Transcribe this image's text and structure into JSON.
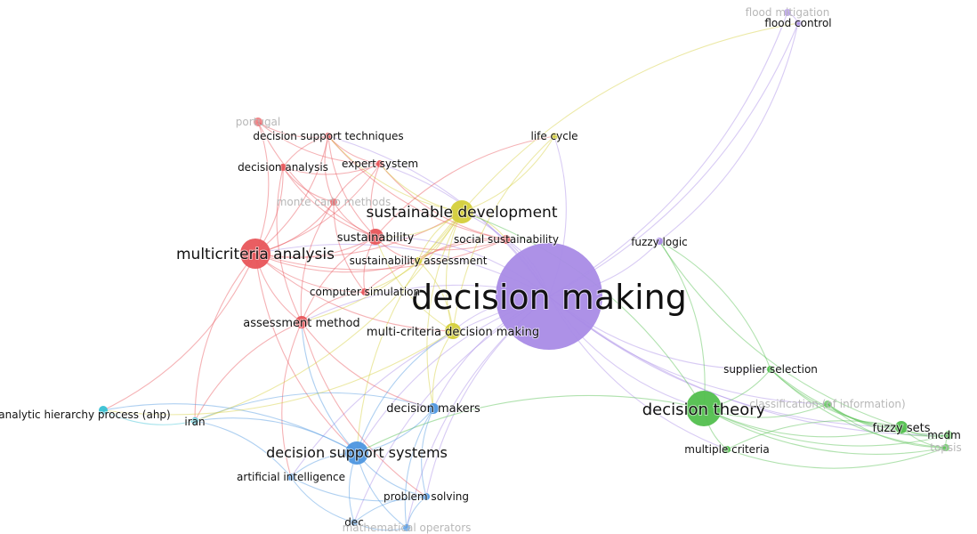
{
  "title": "",
  "clusters": {
    "red": "#e8555a",
    "yellow": "#d4cf3a",
    "purple": "#a98be6",
    "green": "#52bf4e",
    "blue": "#4d96df",
    "cyan": "#38c1d4"
  },
  "nodes": [
    {
      "id": "decision-making",
      "label": "decision making",
      "cluster": "purple",
      "weight": 100
    },
    {
      "id": "flood-mitigation",
      "label": "flood mitigation",
      "cluster": "purple",
      "weight": 3,
      "faded": true
    },
    {
      "id": "flood-control",
      "label": "flood control",
      "cluster": "purple",
      "weight": 3
    },
    {
      "id": "fuzzy-logic",
      "label": "fuzzy logic",
      "cluster": "purple",
      "weight": 3
    },
    {
      "id": "multicriteria-analysis",
      "label": "multicriteria analysis",
      "cluster": "red",
      "weight": 30
    },
    {
      "id": "portugal",
      "label": "portugal",
      "cluster": "red",
      "weight": 3,
      "faded": true
    },
    {
      "id": "decision-support-techniques",
      "label": "decision support techniques",
      "cluster": "red",
      "weight": 4
    },
    {
      "id": "decision-analysis",
      "label": "decision analysis",
      "cluster": "red",
      "weight": 4
    },
    {
      "id": "expert-system",
      "label": "expert system",
      "cluster": "red",
      "weight": 4
    },
    {
      "id": "monte-carlo-methods",
      "label": "monte carlo methods",
      "cluster": "red",
      "weight": 3,
      "faded": true
    },
    {
      "id": "sustainability",
      "label": "sustainability",
      "cluster": "red",
      "weight": 8
    },
    {
      "id": "social-sustainability",
      "label": "social sustainability",
      "cluster": "red",
      "weight": 4
    },
    {
      "id": "computer-simulation",
      "label": "computer simulation",
      "cluster": "red",
      "weight": 3
    },
    {
      "id": "assessment-method",
      "label": "assessment method",
      "cluster": "red",
      "weight": 6
    },
    {
      "id": "sustainable-development",
      "label": "sustainable development",
      "cluster": "yellow",
      "weight": 20
    },
    {
      "id": "life-cycle",
      "label": "life cycle",
      "cluster": "yellow",
      "weight": 3
    },
    {
      "id": "sustainability-assessment",
      "label": "sustainability assessment",
      "cluster": "yellow",
      "weight": 4
    },
    {
      "id": "multi-criteria-decision-making",
      "label": "multi-criteria decision making",
      "cluster": "yellow",
      "weight": 10
    },
    {
      "id": "decision-theory",
      "label": "decision theory",
      "cluster": "green",
      "weight": 30
    },
    {
      "id": "supplier-selection",
      "label": "supplier selection",
      "cluster": "green",
      "weight": 3
    },
    {
      "id": "classification-of-information",
      "label": "classification (of information)",
      "cluster": "green",
      "weight": 3,
      "faded": true
    },
    {
      "id": "fuzzy-sets",
      "label": "fuzzy sets",
      "cluster": "green",
      "weight": 5
    },
    {
      "id": "mcdm",
      "label": "mcdm",
      "cluster": "green",
      "weight": 3
    },
    {
      "id": "topsis",
      "label": "topsis",
      "cluster": "green",
      "weight": 3,
      "faded": true
    },
    {
      "id": "multiple-criteria",
      "label": "multiple criteria",
      "cluster": "green",
      "weight": 3
    },
    {
      "id": "decision-support-systems",
      "label": "decision support systems",
      "cluster": "blue",
      "weight": 18
    },
    {
      "id": "decision-makers",
      "label": "decision makers",
      "cluster": "blue",
      "weight": 5
    },
    {
      "id": "artificial-intelligence",
      "label": "artificial intelligence",
      "cluster": "blue",
      "weight": 3
    },
    {
      "id": "problem-solving",
      "label": "problem solving",
      "cluster": "blue",
      "weight": 3
    },
    {
      "id": "dec",
      "label": "dec",
      "cluster": "blue",
      "weight": 3
    },
    {
      "id": "mathematical-operators",
      "label": "mathematical operators",
      "cluster": "blue",
      "weight": 3,
      "faded": true
    },
    {
      "id": "analytic-hierarchy-process",
      "label": "analytic hierarchy process (ahp)",
      "cluster": "cyan",
      "weight": 4
    },
    {
      "id": "iran",
      "label": "iran",
      "cluster": "cyan",
      "weight": 3
    }
  ],
  "links": [
    [
      "decision-making",
      "flood-control"
    ],
    [
      "decision-making",
      "flood-mitigation"
    ],
    [
      "decision-making",
      "fuzzy-logic"
    ],
    [
      "decision-making",
      "multicriteria-analysis"
    ],
    [
      "decision-making",
      "sustainable-development"
    ],
    [
      "decision-making",
      "sustainability"
    ],
    [
      "decision-making",
      "social-sustainability"
    ],
    [
      "decision-making",
      "life-cycle"
    ],
    [
      "decision-making",
      "decision-theory"
    ],
    [
      "decision-making",
      "supplier-selection"
    ],
    [
      "decision-making",
      "fuzzy-sets"
    ],
    [
      "decision-making",
      "multiple-criteria"
    ],
    [
      "decision-making",
      "decision-support-systems"
    ],
    [
      "decision-making",
      "decision-makers"
    ],
    [
      "decision-making",
      "problem-solving"
    ],
    [
      "decision-making",
      "dec"
    ],
    [
      "decision-making",
      "mathematical-operators"
    ],
    [
      "decision-making",
      "multi-criteria-decision-making"
    ],
    [
      "decision-making",
      "assessment-method"
    ],
    [
      "decision-making",
      "expert-system"
    ],
    [
      "decision-making",
      "classification-of-information"
    ],
    [
      "decision-making",
      "mcdm"
    ],
    [
      "decision-making",
      "artificial-intelligence"
    ],
    [
      "decision-making",
      "decision-support-techniques"
    ],
    [
      "flood-control",
      "flood-mitigation"
    ],
    [
      "flood-control",
      "sustainable-development"
    ],
    [
      "fuzzy-logic",
      "flood-control"
    ],
    [
      "multicriteria-analysis",
      "portugal"
    ],
    [
      "multicriteria-analysis",
      "decision-support-techniques"
    ],
    [
      "multicriteria-analysis",
      "decision-analysis"
    ],
    [
      "multicriteria-analysis",
      "expert-system"
    ],
    [
      "multicriteria-analysis",
      "monte-carlo-methods"
    ],
    [
      "multicriteria-analysis",
      "sustainability"
    ],
    [
      "multicriteria-analysis",
      "social-sustainability"
    ],
    [
      "multicriteria-analysis",
      "computer-simulation"
    ],
    [
      "multicriteria-analysis",
      "assessment-method"
    ],
    [
      "multicriteria-analysis",
      "sustainable-development"
    ],
    [
      "multicriteria-analysis",
      "sustainability-assessment"
    ],
    [
      "multicriteria-analysis",
      "multi-criteria-decision-making"
    ],
    [
      "multicriteria-analysis",
      "iran"
    ],
    [
      "multicriteria-analysis",
      "decision-support-systems"
    ],
    [
      "portugal",
      "decision-support-techniques"
    ],
    [
      "portugal",
      "sustainability"
    ],
    [
      "portugal",
      "expert-system"
    ],
    [
      "decision-support-techniques",
      "decision-analysis"
    ],
    [
      "decision-support-techniques",
      "expert-system"
    ],
    [
      "decision-support-techniques",
      "sustainability"
    ],
    [
      "decision-support-techniques",
      "monte-carlo-methods"
    ],
    [
      "decision-support-techniques",
      "social-sustainability"
    ],
    [
      "decision-support-techniques",
      "sustainable-development"
    ],
    [
      "decision-analysis",
      "expert-system"
    ],
    [
      "decision-analysis",
      "sustainability"
    ],
    [
      "decision-analysis",
      "monte-carlo-methods"
    ],
    [
      "decision-analysis",
      "assessment-method"
    ],
    [
      "expert-system",
      "sustainability"
    ],
    [
      "expert-system",
      "social-sustainability"
    ],
    [
      "expert-system",
      "monte-carlo-methods"
    ],
    [
      "expert-system",
      "sustainable-development"
    ],
    [
      "monte-carlo-methods",
      "sustainability"
    ],
    [
      "monte-carlo-methods",
      "computer-simulation"
    ],
    [
      "monte-carlo-methods",
      "assessment-method"
    ],
    [
      "sustainability",
      "social-sustainability"
    ],
    [
      "sustainability",
      "sustainable-development"
    ],
    [
      "sustainability",
      "computer-simulation"
    ],
    [
      "sustainability",
      "assessment-method"
    ],
    [
      "sustainability",
      "sustainability-assessment"
    ],
    [
      "sustainability",
      "multi-criteria-decision-making"
    ],
    [
      "social-sustainability",
      "sustainable-development"
    ],
    [
      "social-sustainability",
      "sustainability-assessment"
    ],
    [
      "social-sustainability",
      "computer-simulation"
    ],
    [
      "computer-simulation",
      "assessment-method"
    ],
    [
      "computer-simulation",
      "sustainable-development"
    ],
    [
      "assessment-method",
      "decision-support-systems"
    ],
    [
      "assessment-method",
      "decision-makers"
    ],
    [
      "assessment-method",
      "iran"
    ],
    [
      "assessment-method",
      "sustainable-development"
    ],
    [
      "assessment-method",
      "artificial-intelligence"
    ],
    [
      "assessment-method",
      "problem-solving"
    ],
    [
      "sustainable-development",
      "life-cycle"
    ],
    [
      "sustainable-development",
      "sustainability-assessment"
    ],
    [
      "sustainable-development",
      "multi-criteria-decision-making"
    ],
    [
      "sustainable-development",
      "decision-support-systems"
    ],
    [
      "sustainable-development",
      "decision-makers"
    ],
    [
      "life-cycle",
      "multi-criteria-decision-making"
    ],
    [
      "life-cycle",
      "sustainability"
    ],
    [
      "multi-criteria-decision-making",
      "decision-makers"
    ],
    [
      "multi-criteria-decision-making",
      "decision-support-systems"
    ],
    [
      "multi-criteria-decision-making",
      "sustainability-assessment"
    ],
    [
      "decision-theory",
      "supplier-selection"
    ],
    [
      "decision-theory",
      "classification-of-information"
    ],
    [
      "decision-theory",
      "fuzzy-sets"
    ],
    [
      "decision-theory",
      "mcdm"
    ],
    [
      "decision-theory",
      "topsis"
    ],
    [
      "decision-theory",
      "multiple-criteria"
    ],
    [
      "decision-theory",
      "fuzzy-logic"
    ],
    [
      "decision-theory",
      "sustainable-development"
    ],
    [
      "decision-theory",
      "decision-support-systems"
    ],
    [
      "supplier-selection",
      "fuzzy-sets"
    ],
    [
      "supplier-selection",
      "mcdm"
    ],
    [
      "supplier-selection",
      "topsis"
    ],
    [
      "supplier-selection",
      "fuzzy-logic"
    ],
    [
      "classification-of-information",
      "fuzzy-sets"
    ],
    [
      "classification-of-information",
      "mcdm"
    ],
    [
      "classification-of-information",
      "topsis"
    ],
    [
      "fuzzy-sets",
      "mcdm"
    ],
    [
      "fuzzy-sets",
      "topsis"
    ],
    [
      "fuzzy-sets",
      "multiple-criteria"
    ],
    [
      "fuzzy-logic",
      "fuzzy-sets"
    ],
    [
      "mcdm",
      "topsis"
    ],
    [
      "multiple-criteria",
      "topsis"
    ],
    [
      "decision-support-systems",
      "decision-makers"
    ],
    [
      "decision-support-systems",
      "artificial-intelligence"
    ],
    [
      "decision-support-systems",
      "problem-solving"
    ],
    [
      "decision-support-systems",
      "dec"
    ],
    [
      "decision-support-systems",
      "mathematical-operators"
    ],
    [
      "decision-support-systems",
      "iran"
    ],
    [
      "decision-support-systems",
      "analytic-hierarchy-process"
    ],
    [
      "decision-makers",
      "problem-solving"
    ],
    [
      "decision-makers",
      "mathematical-operators"
    ],
    [
      "decision-makers",
      "iran"
    ],
    [
      "artificial-intelligence",
      "dec"
    ],
    [
      "artificial-intelligence",
      "problem-solving"
    ],
    [
      "artificial-intelligence",
      "iran"
    ],
    [
      "problem-solving",
      "dec"
    ],
    [
      "problem-solving",
      "mathematical-operators"
    ],
    [
      "dec",
      "mathematical-operators"
    ],
    [
      "analytic-hierarchy-process",
      "iran"
    ],
    [
      "analytic-hierarchy-process",
      "multicriteria-analysis"
    ],
    [
      "analytic-hierarchy-process",
      "multi-criteria-decision-making"
    ],
    [
      "iran",
      "sustainable-development"
    ]
  ]
}
